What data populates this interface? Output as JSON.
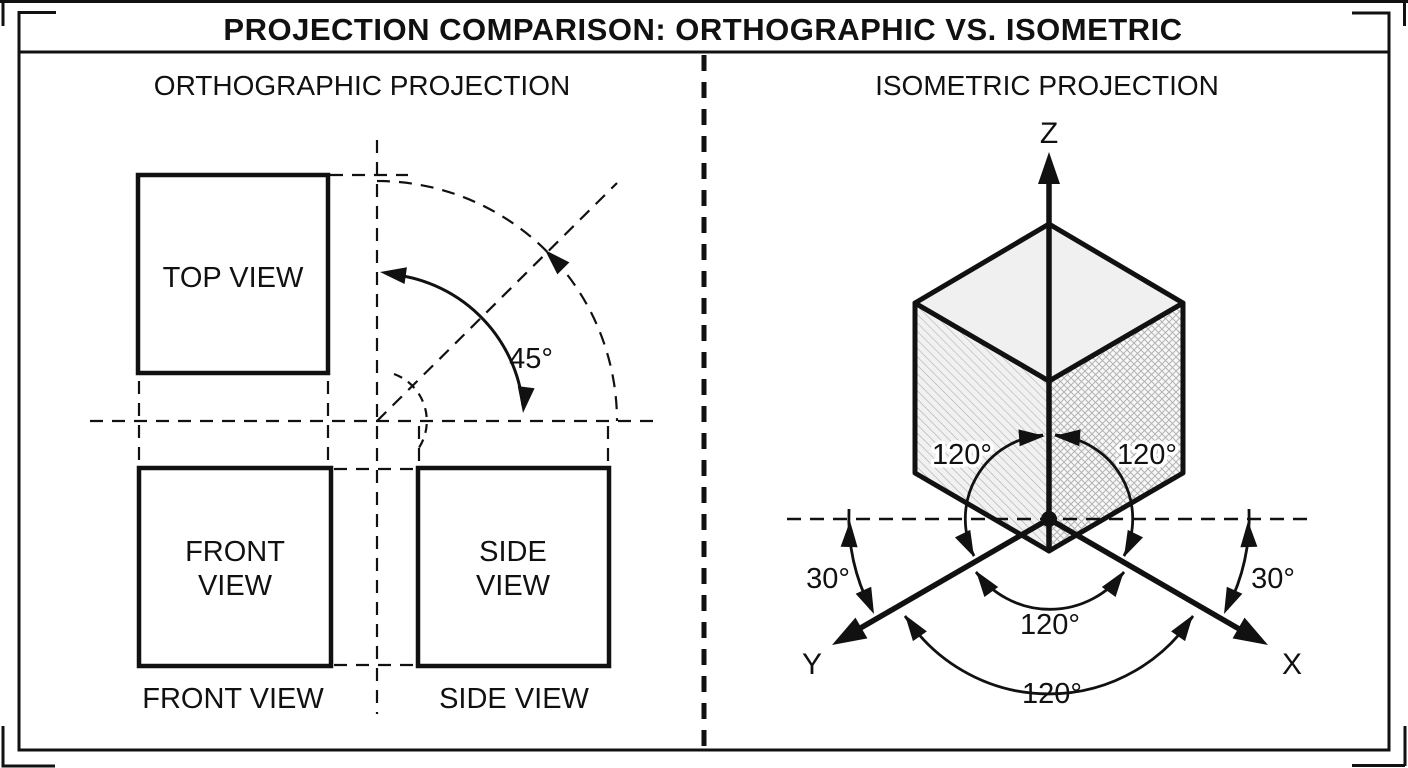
{
  "frame": {
    "title": "PROJECTION COMPARISON: ORTHOGRAPHIC VS. ISOMETRIC"
  },
  "left_panel": {
    "heading": "ORTHOGRAPHIC PROJECTION",
    "top_view": {
      "label": "TOP VIEW"
    },
    "front_view": {
      "label_line1": "FRONT",
      "label_line2": "VIEW",
      "caption": "FRONT VIEW"
    },
    "side_view": {
      "label_line1": "SIDE",
      "label_line2": "VIEW",
      "caption": "SIDE VIEW"
    },
    "rotation_angle": "45°"
  },
  "right_panel": {
    "heading": "ISOMETRIC PROJECTION",
    "axes": {
      "x": "X",
      "y": "Y",
      "z": "Z"
    },
    "angles": {
      "z_to_y": "120°",
      "z_to_x": "120°",
      "y_to_x_inner": "120°",
      "y_to_x_outer": "120°",
      "horizon_left": "30°",
      "horizon_right": "30°"
    }
  },
  "colors": {
    "ink": "#111111",
    "cube_top_face": "#f0f0f1",
    "hatch_line": "#a9a9a9",
    "background": "#ffffff"
  }
}
